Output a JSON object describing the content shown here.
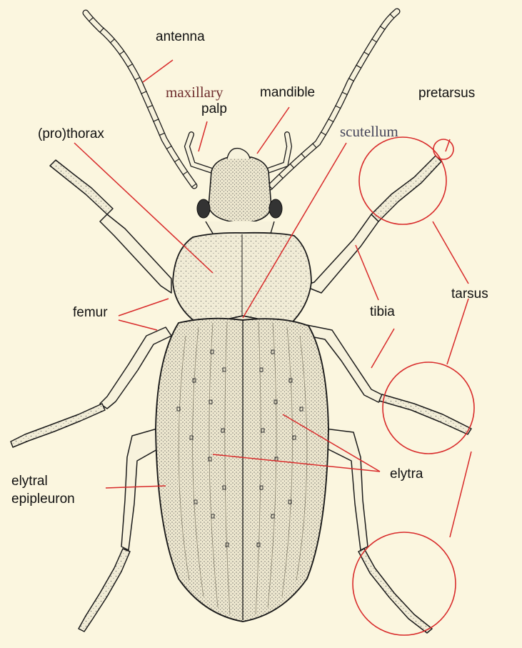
{
  "diagram": {
    "colors": {
      "background": "#fbf6df",
      "leader_line": "#d82a2a",
      "body_fill": "#f1ecd6",
      "outline": "#1a1a1a",
      "maxillary_text": "#6e2d2d",
      "scutellum_text": "#44445a"
    },
    "labels": {
      "antenna": "antenna",
      "maxillary": "maxillary",
      "palp": "palp",
      "mandible": "mandible",
      "scutellum": "scutellum",
      "pretarsus": "pretarsus",
      "prothorax": "(pro)thorax",
      "femur": "femur",
      "tibia": "tibia",
      "tarsus": "tarsus",
      "elytra": "elytra",
      "elytral": "elytral",
      "epipleuron": "epipleuron"
    }
  }
}
